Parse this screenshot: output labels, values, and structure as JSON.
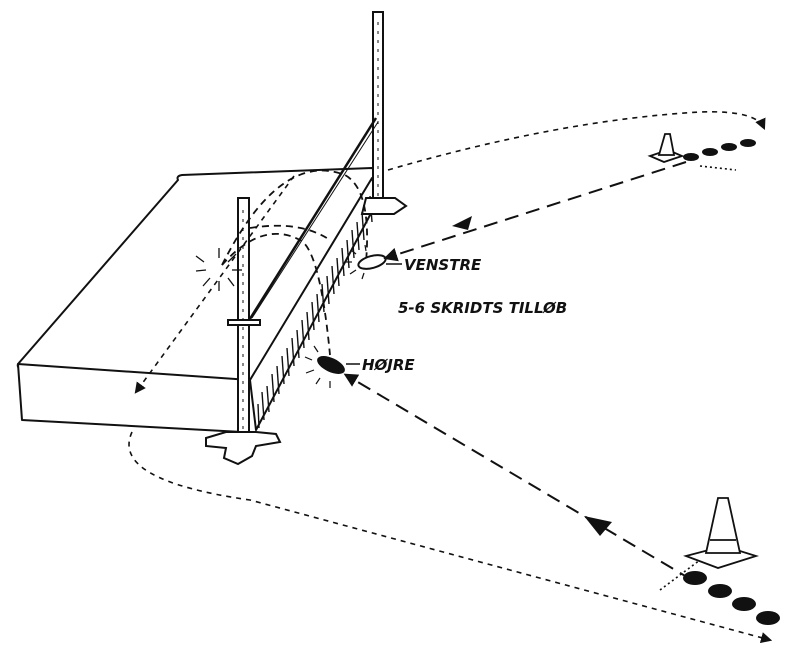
{
  "labels": {
    "left_takeoff": "VENSTRE",
    "approach": "5-6 SKRIDTS TILLØB",
    "right_takeoff": "HØJRE"
  },
  "colors": {
    "ink": "#111111",
    "background": "#ffffff"
  },
  "objects": {
    "left_takeoff_marker": "open",
    "right_takeoff_marker": "filled"
  }
}
